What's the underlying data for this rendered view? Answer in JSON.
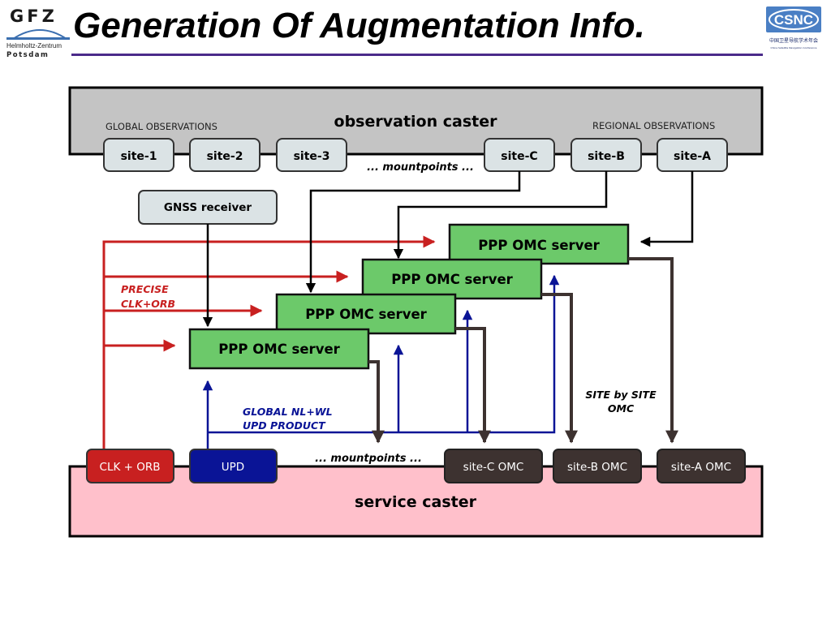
{
  "header": {
    "title": "Generation Of Augmentation Info.",
    "logo_left": {
      "brand": "GFZ",
      "line1": "Helmholtz-Zentrum",
      "line2": "Potsdam"
    },
    "logo_right": {
      "brand": "CSNC",
      "subtitle": "中国卫星导航学术年会",
      "caption": "China Satellite Navigation Conference"
    }
  },
  "diagram": {
    "observation_caster": {
      "title": "observation caster",
      "global_label": "GLOBAL OBSERVATIONS",
      "regional_label": "REGIONAL OBSERVATIONS",
      "sites": [
        "site-1",
        "site-2",
        "site-3",
        "site-C",
        "site-B",
        "site-A"
      ],
      "mountpoints": "... mountpoints ..."
    },
    "gnss_receiver": "GNSS receiver",
    "ppp_servers": [
      "PPP OMC server",
      "PPP OMC server",
      "PPP OMC server",
      "PPP OMC server"
    ],
    "precise_label": [
      "PRECISE",
      "CLK+ORB"
    ],
    "global_label": [
      "GLOBAL NL+WL",
      "UPD PRODUCT"
    ],
    "site_by_site_label": [
      "SITE by SITE",
      "OMC"
    ],
    "service_caster": {
      "title": "service caster",
      "clk_orb": "CLK + ORB",
      "upd": "UPD",
      "mountpoints": "... mountpoints ...",
      "omc_outputs": [
        "site-C OMC",
        "site-B OMC",
        "site-A OMC"
      ]
    },
    "colors": {
      "red": "#c82020",
      "blue": "#0a1496",
      "dark": "#3d3230",
      "green": "#6cc96a",
      "obs_bg": "#c4c4c4",
      "service_bg": "#ffc0cb",
      "site_bg": "#dbe3e5"
    }
  }
}
